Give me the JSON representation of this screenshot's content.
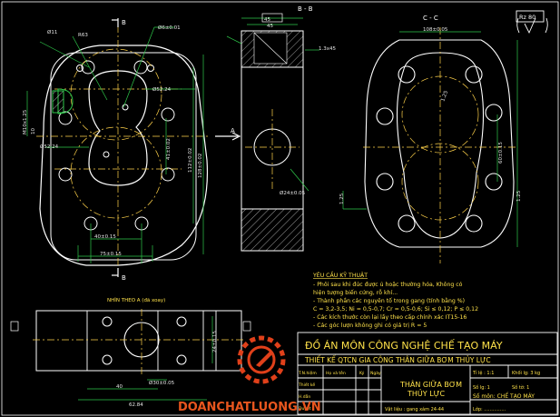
{
  "dimensions": {
    "d11": "Ø11",
    "r63": "R63",
    "d6": "Ø6±0.01",
    "d52_top": "Ø52.24",
    "d52_left": "Ø52.24",
    "m10": "M10x1.25",
    "v10": "10",
    "v41": "41±0.02",
    "v112": "112±0.02",
    "v128": "128±0.02",
    "v40": "40±0.15",
    "v75": "75±0.15",
    "v45": "45",
    "v13": "1.3x45",
    "v24": "Ø24±0.05",
    "v108": "108±0.05",
    "v60": "60±0.15",
    "v125a": "1.25",
    "v125b": "1.25",
    "v125c": "1.25",
    "rz": "Rz 80",
    "d30": "Ø30±0.05",
    "v62": "62.84",
    "v40b": "40",
    "v24b": "24±0.15"
  },
  "views": {
    "b_label_left": "B",
    "a_label": "A",
    "bb_title": "B - B",
    "cc_title": "C - C",
    "c_label": "C",
    "detail_title": "NHÌN THEO A (đã xoay)"
  },
  "requirements": {
    "title": "YÊU CẦU KỸ THUẬT",
    "lines": [
      "- Phôi sau khi đúc được ủ hoặc thường hóa, Không có",
      "  hiện tượng   biến cứng, rỗ khí...",
      "- Thành phần các nguyên tố trong gang (tính bằng %)",
      "  C = 3,2-3,5; Ni = 0,5-0,7; Cr = 0,5-0,6; Si ≤ 0,12; P ≤ 0,12",
      "- Các kích thước còn lại lấy theo cấp chính xác IT15-16",
      "- Các góc lượn không ghi có giá trị R = 5"
    ]
  },
  "title_block": {
    "project": "ĐỒ ÁN MÔN CÔNG NGHỆ CHẾ TẠO MÁY",
    "subtitle": "THIẾT KẾ QTCN GIA CÔNG THÂN GIỮA BƠM THỦY LỰC",
    "col_role": "T.N.hiệm",
    "col_name": "Họ và tên",
    "col_sign": "Ký",
    "col_date": "Ngày",
    "row2": "Thiết kế",
    "row3": "H.dẫn",
    "row4": "Duyệt",
    "part_line1": "THÂN GIỮA BƠM",
    "part_line2": "THỦY LỰC",
    "material": "Vật liệu : gang xám 24-44",
    "scale": "Tỉ lệ : 1:1",
    "weight": "Khối lg: 3 kg",
    "sheet_count": "Số lg: 1",
    "sheet": "Số tờ: 1",
    "drawing_no": "Số môn: CHẾ TẠO MÁY",
    "lop": "Lớp: ..............."
  },
  "watermark": "DOANCHATLUONG.VN"
}
